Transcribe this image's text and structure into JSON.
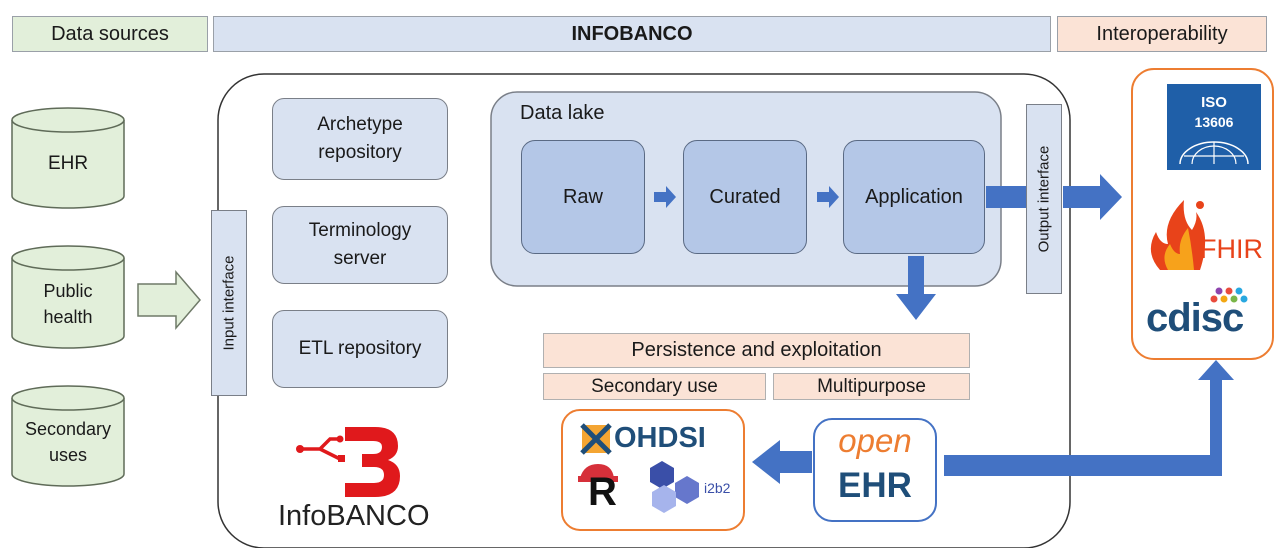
{
  "header": {
    "data_sources": "Data sources",
    "infobanco": "INFOBANCO",
    "interoperability": "Interoperability"
  },
  "sources": [
    "EHR",
    "Public\nhealth",
    "Secondary\nuses"
  ],
  "input_interface": "Input interface",
  "output_interface": "Output interface",
  "repositories": [
    "Archetype\nrepository",
    "Terminology\nserver",
    "ETL repository"
  ],
  "data_lake": {
    "title": "Data lake",
    "stages": [
      "Raw",
      "Curated",
      "Application"
    ]
  },
  "persistence": {
    "title": "Persistence and exploitation",
    "secondary": "Secondary use",
    "multipurpose": "Multipurpose"
  },
  "logos": {
    "infobanco": "InfoBANCO",
    "ohdsi": "OHDSI",
    "r": "R",
    "i2b2": "i2b2",
    "open": "open",
    "ehr": "EHR",
    "iso": "ISO",
    "iso_num": "13606",
    "fhir": "FHIR",
    "cdisc": "cdisc"
  },
  "colors": {
    "green": "#e2efda",
    "blue_light": "#d9e2f1",
    "blue_mid": "#b4c7e7",
    "arrow": "#4472c4",
    "orange": "#ed7d31",
    "infobanco_red": "#e0191c"
  }
}
